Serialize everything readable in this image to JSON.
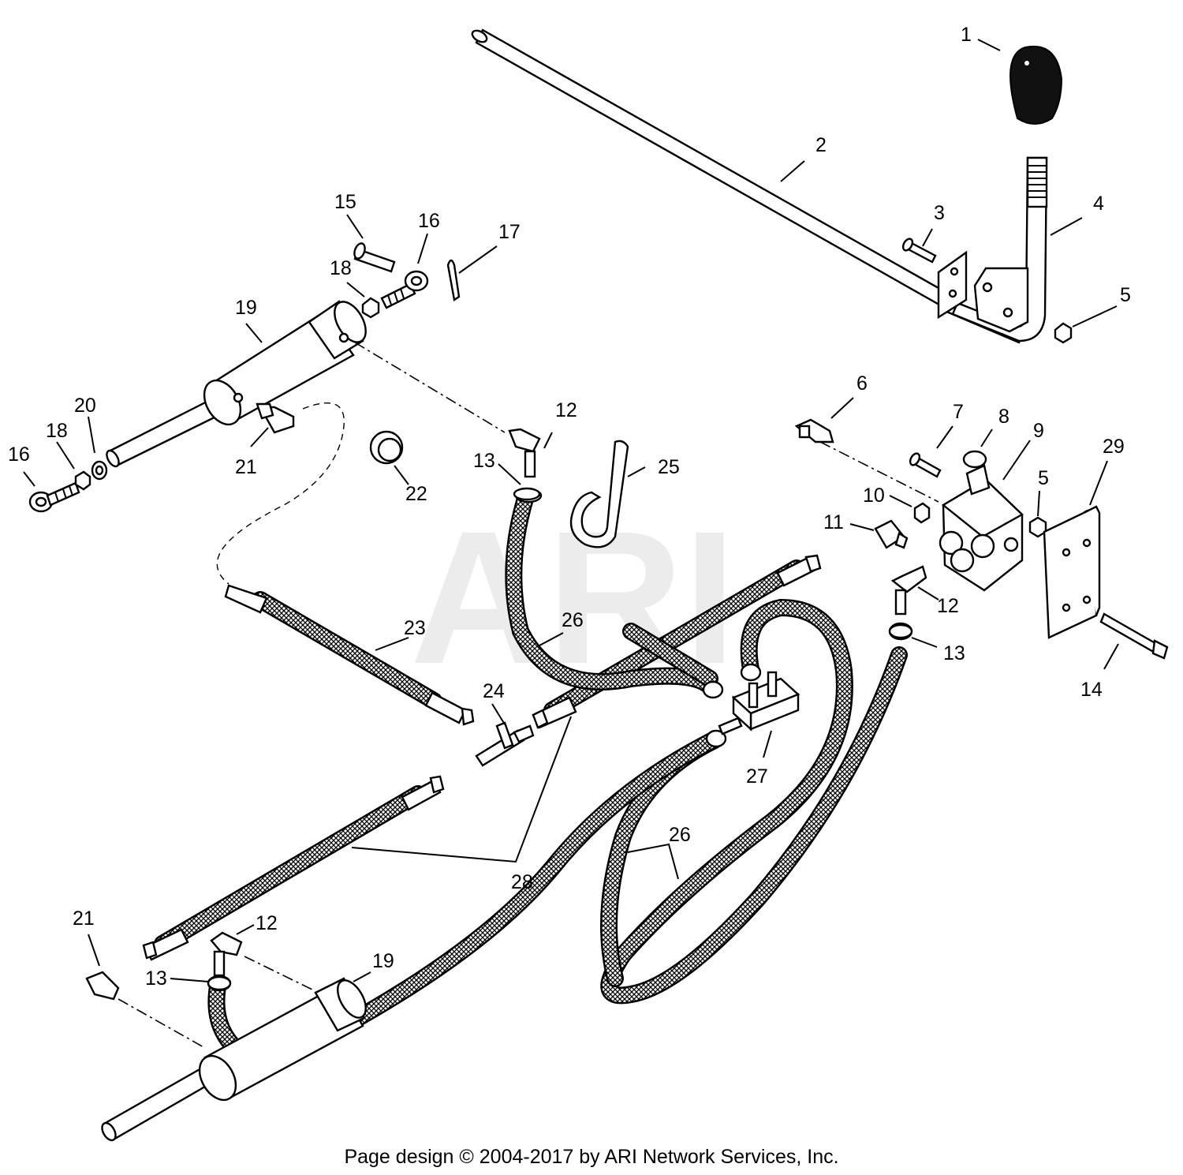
{
  "watermark": "ARI",
  "footer": "Page design © 2004-2017 by ARI Network Services, Inc.",
  "callouts": [
    {
      "id": "c1",
      "text": "1"
    },
    {
      "id": "c2",
      "text": "2"
    },
    {
      "id": "c3",
      "text": "3"
    },
    {
      "id": "c4",
      "text": "4"
    },
    {
      "id": "c5a",
      "text": "5"
    },
    {
      "id": "c5b",
      "text": "5"
    },
    {
      "id": "c6",
      "text": "6"
    },
    {
      "id": "c7",
      "text": "7"
    },
    {
      "id": "c8",
      "text": "8"
    },
    {
      "id": "c9",
      "text": "9"
    },
    {
      "id": "c10",
      "text": "10"
    },
    {
      "id": "c11",
      "text": "11"
    },
    {
      "id": "c12a",
      "text": "12"
    },
    {
      "id": "c12b",
      "text": "12"
    },
    {
      "id": "c12c",
      "text": "12"
    },
    {
      "id": "c13a",
      "text": "13"
    },
    {
      "id": "c13b",
      "text": "13"
    },
    {
      "id": "c13c",
      "text": "13"
    },
    {
      "id": "c14",
      "text": "14"
    },
    {
      "id": "c15",
      "text": "15"
    },
    {
      "id": "c16a",
      "text": "16"
    },
    {
      "id": "c16b",
      "text": "16"
    },
    {
      "id": "c17",
      "text": "17"
    },
    {
      "id": "c18a",
      "text": "18"
    },
    {
      "id": "c18b",
      "text": "18"
    },
    {
      "id": "c19a",
      "text": "19"
    },
    {
      "id": "c19b",
      "text": "19"
    },
    {
      "id": "c20",
      "text": "20"
    },
    {
      "id": "c21a",
      "text": "21"
    },
    {
      "id": "c21b",
      "text": "21"
    },
    {
      "id": "c22",
      "text": "22"
    },
    {
      "id": "c23",
      "text": "23"
    },
    {
      "id": "c24",
      "text": "24"
    },
    {
      "id": "c25",
      "text": "25"
    },
    {
      "id": "c26a",
      "text": "26"
    },
    {
      "id": "c26b",
      "text": "26"
    },
    {
      "id": "c27",
      "text": "27"
    },
    {
      "id": "c28",
      "text": "28"
    },
    {
      "id": "c29",
      "text": "29"
    }
  ]
}
